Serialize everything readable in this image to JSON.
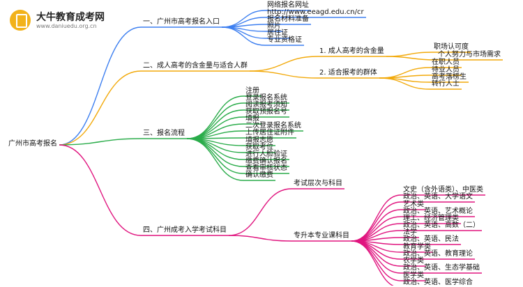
{
  "site": {
    "name": "大牛教育成考网",
    "url": "www.daniuedu.org.cn"
  },
  "root": "广州市高考报名",
  "branches": [
    {
      "label": "一、广州市高考报名入口",
      "color": "#3d7ff0",
      "children": [
        {
          "label": "网络报名网址"
        },
        {
          "label": "http://www.eeagd.edu.cn/cr"
        },
        {
          "label": "报名材料准备"
        },
        {
          "label": "照片"
        },
        {
          "label": "居住证"
        },
        {
          "label": "专业资格证"
        }
      ]
    },
    {
      "label": "二、成人高考的含金量与适合人群",
      "color": "#f2a90a",
      "children": [
        {
          "label": "1. 成人高考的含金量",
          "children": [
            {
              "label": "职场认可度"
            },
            {
              "label": "个人努力与市场需求"
            }
          ]
        },
        {
          "label": "2. 适合报考的群体",
          "children": [
            {
              "label": "在职人员"
            },
            {
              "label": "待业人员"
            },
            {
              "label": "高考落榜生"
            },
            {
              "label": "转行人士"
            }
          ]
        }
      ]
    },
    {
      "label": "三、报名流程",
      "color": "#2aac4a",
      "children": [
        {
          "label": "注册"
        },
        {
          "label": "登录报名系统"
        },
        {
          "label": "阅读报考须知"
        },
        {
          "label": "获取预报名号"
        },
        {
          "label": "填报"
        },
        {
          "label": "二次登录报名系统"
        },
        {
          "label": "上传居住证附件"
        },
        {
          "label": "填报志愿"
        },
        {
          "label": "获取考位"
        },
        {
          "label": "进行人脸验证"
        },
        {
          "label": "缴费确认报名"
        },
        {
          "label": "查看审核状态"
        },
        {
          "label": "确认缴费"
        }
      ]
    },
    {
      "label": "四、广州成考入学考试科目",
      "color": "#e0157f",
      "children": [
        {
          "label": "考试层次与科目"
        },
        {
          "label": "专升本专业课科目",
          "children": [
            {
              "label": "文史（含外语类）、中医类"
            },
            {
              "label": "政治、英语、大学语文"
            },
            {
              "label": "艺术类"
            },
            {
              "label": "政治、英语、艺术概论"
            },
            {
              "label": "理工、经济管理类"
            },
            {
              "label": "政治、英语、高数（二）"
            },
            {
              "label": "法学"
            },
            {
              "label": "政治、英语、民法"
            },
            {
              "label": "教育学类"
            },
            {
              "label": "政治、英语、教育理论"
            },
            {
              "label": "农学类"
            },
            {
              "label": "政治、英语、生态学基础"
            },
            {
              "label": "医学类"
            },
            {
              "label": "政治、英语、医学综合"
            }
          ]
        }
      ]
    }
  ]
}
